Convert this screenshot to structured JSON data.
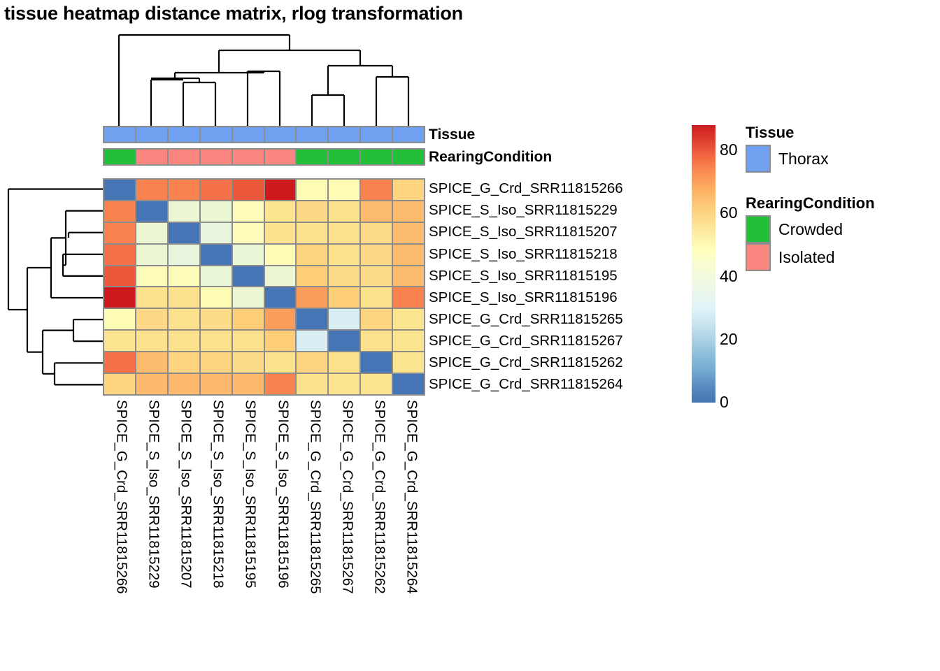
{
  "title": "tissue heatmap distance matrix, rlog transformation",
  "samples": [
    "SPICE_G_Crd_SRR11815266",
    "SPICE_S_Iso_SRR11815229",
    "SPICE_S_Iso_SRR11815207",
    "SPICE_S_Iso_SRR11815218",
    "SPICE_S_Iso_SRR11815195",
    "SPICE_S_Iso_SRR11815196",
    "SPICE_G_Crd_SRR11815265",
    "SPICE_G_Crd_SRR11815267",
    "SPICE_G_Crd_SRR11815262",
    "SPICE_G_Crd_SRR11815264"
  ],
  "annotations": {
    "tracks": [
      {
        "name": "Tissue",
        "label": "Tissue",
        "values": [
          "Thorax",
          "Thorax",
          "Thorax",
          "Thorax",
          "Thorax",
          "Thorax",
          "Thorax",
          "Thorax",
          "Thorax",
          "Thorax"
        ]
      },
      {
        "name": "RearingCondition",
        "label": "RearingCondition",
        "values": [
          "Crowded",
          "Isolated",
          "Isolated",
          "Isolated",
          "Isolated",
          "Isolated",
          "Crowded",
          "Crowded",
          "Crowded",
          "Crowded"
        ]
      }
    ]
  },
  "legends": [
    {
      "title": "Tissue",
      "items": [
        {
          "label": "Thorax",
          "color": "#70a0f0"
        }
      ]
    },
    {
      "title": "RearingCondition",
      "items": [
        {
          "label": "Crowded",
          "color": "#22c038"
        },
        {
          "label": "Isolated",
          "color": "#fa8680"
        }
      ]
    }
  ],
  "colorbar": {
    "ticks": [
      "80",
      "60",
      "40",
      "20",
      "0"
    ],
    "tick_values": [
      80,
      60,
      40,
      20,
      0
    ],
    "min": 0,
    "max": 88,
    "colormap": "RdYlBu_r"
  },
  "chart_data": {
    "type": "heatmap",
    "title": "tissue heatmap distance matrix, rlog transformation",
    "xlabel": "",
    "ylabel": "",
    "colormap": "RdYlBu_r",
    "zlim": [
      0,
      88
    ],
    "grid": true,
    "legend_position": "right",
    "row_labels": [
      "SPICE_G_Crd_SRR11815266",
      "SPICE_S_Iso_SRR11815229",
      "SPICE_S_Iso_SRR11815207",
      "SPICE_S_Iso_SRR11815218",
      "SPICE_S_Iso_SRR11815195",
      "SPICE_S_Iso_SRR11815196",
      "SPICE_G_Crd_SRR11815265",
      "SPICE_G_Crd_SRR11815267",
      "SPICE_G_Crd_SRR11815262",
      "SPICE_G_Crd_SRR11815264"
    ],
    "col_labels": [
      "SPICE_G_Crd_SRR11815266",
      "SPICE_S_Iso_SRR11815229",
      "SPICE_S_Iso_SRR11815207",
      "SPICE_S_Iso_SRR11815218",
      "SPICE_S_Iso_SRR11815195",
      "SPICE_S_Iso_SRR11815196",
      "SPICE_G_Crd_SRR11815265",
      "SPICE_G_Crd_SRR11815267",
      "SPICE_G_Crd_SRR11815262",
      "SPICE_G_Crd_SRR11815264"
    ],
    "values": [
      [
        0,
        68,
        68,
        72,
        78,
        88,
        50,
        50,
        70,
        58
      ],
      [
        68,
        0,
        37,
        37,
        44,
        52,
        56,
        53,
        60,
        60
      ],
      [
        68,
        37,
        0,
        38,
        44,
        52,
        54,
        52,
        56,
        60
      ],
      [
        72,
        37,
        38,
        0,
        38,
        46,
        56,
        53,
        56,
        60
      ],
      [
        78,
        44,
        44,
        38,
        0,
        39,
        60,
        55,
        56,
        61
      ],
      [
        88,
        52,
        52,
        46,
        39,
        0,
        64,
        59,
        54,
        66
      ],
      [
        50,
        56,
        54,
        56,
        60,
        64,
        0,
        29,
        57,
        52
      ],
      [
        50,
        53,
        52,
        53,
        55,
        59,
        29,
        0,
        53,
        52
      ],
      [
        70,
        60,
        56,
        56,
        56,
        53,
        57,
        53,
        0,
        51
      ],
      [
        58,
        60,
        60,
        60,
        61,
        66,
        52,
        52,
        51,
        0
      ]
    ],
    "cell_colors": [
      [
        "#4575b4",
        "#f8834f",
        "#f8834f",
        "#f4714a",
        "#ea5739",
        "#ce1a1d",
        "#fdfcb7",
        "#fdfbb4",
        "#f8834f",
        "#fdd580"
      ],
      [
        "#f8834f",
        "#4575b4",
        "#eaf7d2",
        "#eaf7d2",
        "#fcfbb9",
        "#fde48f",
        "#fdd886",
        "#fde28d",
        "#fdbb6e",
        "#fdbb6e"
      ],
      [
        "#f8834f",
        "#eaf7d2",
        "#4575b4",
        "#e6f5dc",
        "#fcfbb9",
        "#fde28d",
        "#fde28d",
        "#fde28d",
        "#fddc89",
        "#fdbb6e"
      ],
      [
        "#f4714a",
        "#eaf7d2",
        "#e6f5dc",
        "#4575b4",
        "#e9f6d6",
        "#fdfcb7",
        "#fdd580",
        "#fde28d",
        "#fdd886",
        "#fdbb6e"
      ],
      [
        "#ea5739",
        "#fcfbb9",
        "#fcfbb9",
        "#e9f6d6",
        "#4575b4",
        "#eaf7d2",
        "#fdcd78",
        "#fddc89",
        "#fddc89",
        "#fdbb6e"
      ],
      [
        "#ce1a1d",
        "#fde28d",
        "#fde28d",
        "#fdfcb7",
        "#eaf7d2",
        "#4575b4",
        "#fa9c5a",
        "#fdcd78",
        "#fde28d",
        "#f8834f"
      ],
      [
        "#fdfcb7",
        "#fdd886",
        "#fde28d",
        "#fddc89",
        "#fdcd78",
        "#fa9c5a",
        "#4575b4",
        "#d9eef3",
        "#fdd580",
        "#fde48f"
      ],
      [
        "#fde48f",
        "#fde28d",
        "#fde28d",
        "#fde28d",
        "#fde28d",
        "#fdcd78",
        "#d9eef3",
        "#4575b4",
        "#fde28d",
        "#fde48f"
      ],
      [
        "#f4714a",
        "#fdbb6e",
        "#fdd580",
        "#fdd580",
        "#fddc89",
        "#fde28d",
        "#fdd580",
        "#fde28d",
        "#4575b4",
        "#fde48f"
      ],
      [
        "#fdd580",
        "#fdb96c",
        "#fdb96c",
        "#fdb96c",
        "#fdb96c",
        "#f8834f",
        "#fde28d",
        "#fde48f",
        "#fde48f",
        "#4575b4"
      ]
    ]
  },
  "dendrograms": {
    "columns": {
      "orientation": "top",
      "leaf_order": [
        0,
        1,
        2,
        3,
        4,
        5,
        6,
        7,
        8,
        9
      ]
    },
    "rows": {
      "orientation": "left",
      "leaf_order": [
        0,
        1,
        2,
        3,
        4,
        5,
        6,
        7,
        8,
        9
      ]
    }
  }
}
